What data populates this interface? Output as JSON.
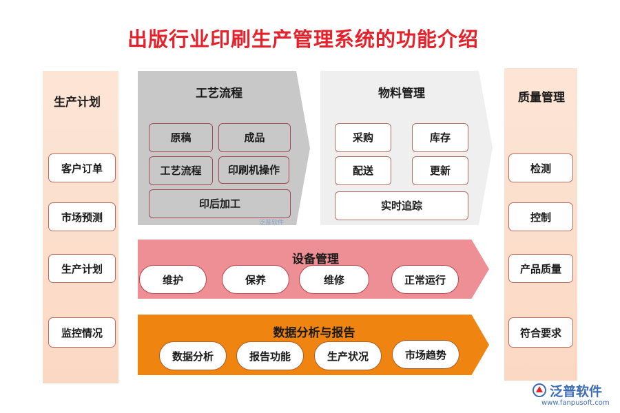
{
  "title": "出版行业印刷生产管理系统的功能介绍",
  "left": {
    "heading": "生产计划",
    "items": [
      "客户订单",
      "市场预测",
      "生产计划",
      "监控情况"
    ]
  },
  "right": {
    "heading": "质量管理",
    "items": [
      "检测",
      "控制",
      "产品质量",
      "符合要求"
    ]
  },
  "process": {
    "title": "工艺流程",
    "items": [
      "原稿",
      "成品",
      "工艺流程",
      "印刷机操作",
      "印后加工"
    ]
  },
  "material": {
    "title": "物料管理",
    "items": [
      "采购",
      "库存",
      "配送",
      "更新",
      "实时追踪"
    ]
  },
  "equipment": {
    "title": "设备管理",
    "items": [
      "维护",
      "保养",
      "维修",
      "正常运行"
    ]
  },
  "analysis": {
    "title": "数据分析与报告",
    "items": [
      "数据分析",
      "报告功能",
      "生产状况",
      "市场趋势"
    ]
  },
  "watermark": {
    "brand": "泛普软件",
    "url": "www.fanpusoft.com"
  },
  "colors": {
    "title": "#e5222b",
    "side": "#fbd8c3",
    "process": "#c8c8c8",
    "material": "#efefef",
    "equipment": "#ee8f96",
    "analysis": "#ef8410"
  }
}
